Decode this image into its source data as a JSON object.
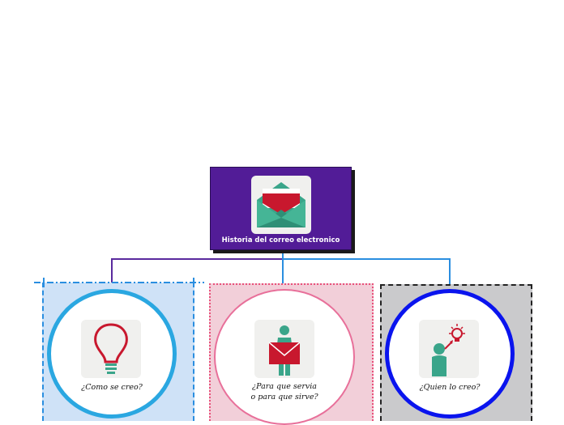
{
  "diagram": {
    "root": {
      "label": "Historia del correo electronico",
      "icon": "envelope-open-icon"
    },
    "children": [
      {
        "id": "como",
        "label": "¿Como se creo?",
        "icon": "lightbulb-icon"
      },
      {
        "id": "para",
        "label_line1": "¿Para que servia",
        "label_line2": "o para que sirve?",
        "icon": "person-with-envelope-icon"
      },
      {
        "id": "quien",
        "label": "¿Quien lo creo?",
        "icon": "person-with-idea-icon"
      }
    ]
  },
  "colors": {
    "root_fill": "#521c97",
    "connector_como": "#5a2a9e",
    "connector_para": "#2a8ee0",
    "circle_como": "#2aa7e1",
    "circle_para": "#e8709a",
    "circle_quien": "#0a14ee",
    "icon_red": "#c8182e",
    "icon_teal": "#3aa58a"
  }
}
